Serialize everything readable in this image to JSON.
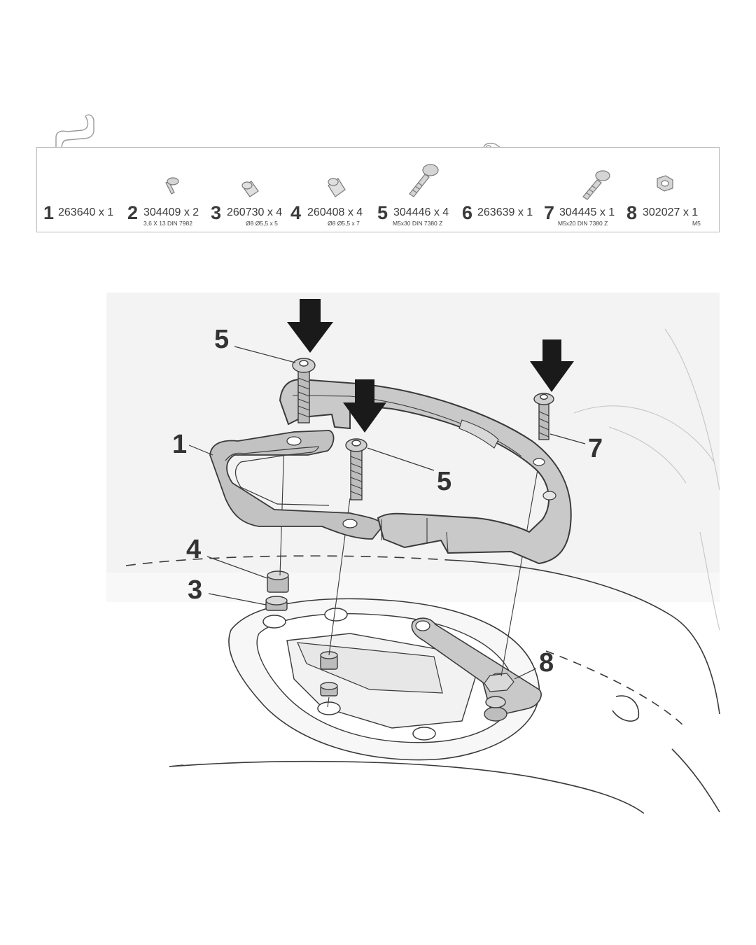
{
  "parts": [
    {
      "num": "1",
      "code": "263640 x 1",
      "spec": "",
      "icon": "bracket-icon"
    },
    {
      "num": "2",
      "code": "304409 x 2",
      "spec": "3,6 X 13 DIN 7982",
      "icon": "screw-icon"
    },
    {
      "num": "3",
      "code": "260730 x 4",
      "spec": "Ø8 Ø5,5 x 5",
      "icon": "spacer-icon"
    },
    {
      "num": "4",
      "code": "260408 x 4",
      "spec": "Ø8 Ø5,5 x 7",
      "icon": "spacer-icon"
    },
    {
      "num": "5",
      "code": "304446 x 4",
      "spec": "M5x30 DIN 7380 Z",
      "icon": "bolt-icon"
    },
    {
      "num": "6",
      "code": "263639 x 1",
      "spec": "",
      "icon": "plate-icon"
    },
    {
      "num": "7",
      "code": "304445 x 1",
      "spec": "M5x20 DIN 7380 Z",
      "icon": "bolt-icon"
    },
    {
      "num": "8",
      "code": "302027 x 1",
      "spec": "M5",
      "icon": "nut-icon"
    }
  ],
  "callouts": {
    "c5a": "5",
    "c1": "1",
    "c5b": "5",
    "c7": "7",
    "c4": "4",
    "c3": "3",
    "c8": "8"
  }
}
